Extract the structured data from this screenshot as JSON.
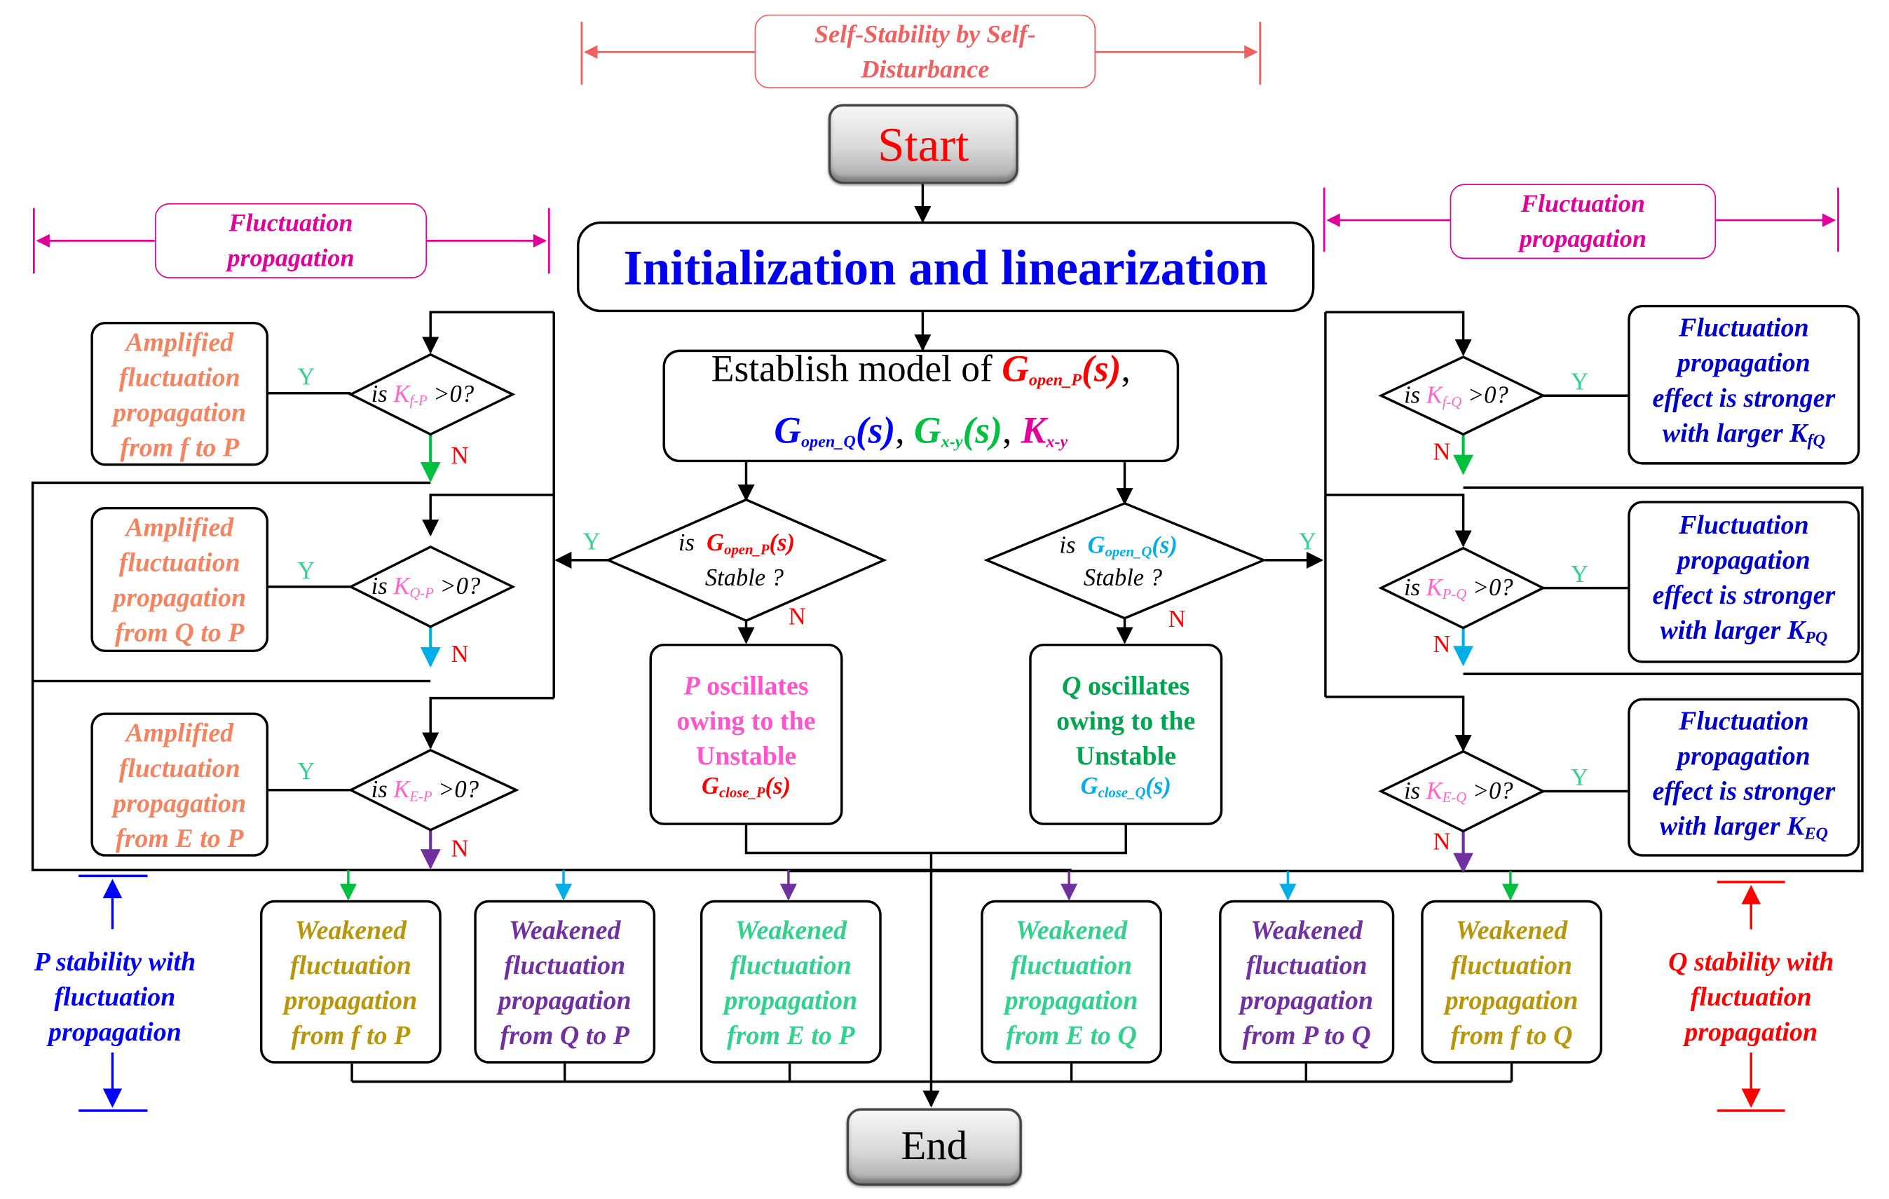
{
  "header": {
    "self_stability": "Self-Stability by Self-Disturbance",
    "fluct_left": "Fluctuation propagation",
    "fluct_right": "Fluctuation propagation"
  },
  "flow": {
    "start": "Start",
    "init": "Initialization and linearization",
    "end": "End",
    "model": {
      "prefix": "Establish model of ",
      "g_open_p": "G",
      "g_open_p_sub": "open_P",
      "s1": "(s)",
      "g_open_q": "G",
      "g_open_q_sub": "open_Q",
      "s2": "(s)",
      "g_xy": "G",
      "g_xy_sub": "x-y",
      "s3": "(s)",
      "k_xy": "K",
      "k_xy_sub": "x-y"
    },
    "decision_p": {
      "is": "is",
      "g": "G",
      "sub": "open_P",
      "s": "(s)",
      "stable": "Stable ?"
    },
    "decision_q": {
      "is": "is",
      "g": "G",
      "sub": "open_Q",
      "s": "(s)",
      "stable": "Stable ?"
    },
    "p_osc": {
      "l1a": "P",
      "l1b": " oscillates",
      "l2": "owing to the",
      "l3": "Unstable",
      "g": "G",
      "sub": "close_P",
      "s": "(s)"
    },
    "q_osc": {
      "l1a": "Q",
      "l1b": " oscillates",
      "l2": "owing to the",
      "l3": "Unstable",
      "g": "G",
      "sub": "close_Q",
      "s": "(s)"
    }
  },
  "left_decisions": [
    {
      "is": "is ",
      "k": "K",
      "sub": "f-P",
      "rest": " >0?"
    },
    {
      "is": "is ",
      "k": "K",
      "sub": "Q-P",
      "rest": " >0?"
    },
    {
      "is": "is ",
      "k": "K",
      "sub": "E-P",
      "rest": " >0?"
    }
  ],
  "right_decisions": [
    {
      "is": "is ",
      "k": "K",
      "sub": "f-Q",
      "rest": " >0?"
    },
    {
      "is": "is ",
      "k": "K",
      "sub": "P-Q",
      "rest": " >0?"
    },
    {
      "is": "is ",
      "k": "K",
      "sub": "E-Q",
      "rest": " >0?"
    }
  ],
  "amplified": [
    [
      "Amplified",
      "fluctuation",
      "propagation",
      "from f to P"
    ],
    [
      "Amplified",
      "fluctuation",
      "propagation",
      "from Q to P"
    ],
    [
      "Amplified",
      "fluctuation",
      "propagation",
      "from E to P"
    ]
  ],
  "right_effect": [
    {
      "l1": "Fluctuation",
      "l2": "propagation",
      "l3": "effect is stronger",
      "l4": "with larger K",
      "sub": "fQ"
    },
    {
      "l1": "Fluctuation",
      "l2": "propagation",
      "l3": "effect is stronger",
      "l4": "with larger K",
      "sub": "PQ"
    },
    {
      "l1": "Fluctuation",
      "l2": "propagation",
      "l3": "effect is stronger",
      "l4": "with larger K",
      "sub": "EQ"
    }
  ],
  "weakened": [
    [
      "Weakened",
      "fluctuation",
      "propagation",
      "from f to P"
    ],
    [
      "Weakened",
      "fluctuation",
      "propagation",
      "from Q to P"
    ],
    [
      "Weakened",
      "fluctuation",
      "propagation",
      "from E to P"
    ],
    [
      "Weakened",
      "fluctuation",
      "propagation",
      "from E to Q"
    ],
    [
      "Weakened",
      "fluctuation",
      "propagation",
      "from P to Q"
    ],
    [
      "Weakened",
      "fluctuation",
      "propagation",
      "from f to Q"
    ]
  ],
  "yn": {
    "y": "Y",
    "n": "N"
  },
  "side": {
    "p_stability": [
      "P stability with",
      "fluctuation",
      "propagation"
    ],
    "q_stability": [
      "Q stability with",
      "fluctuation",
      "propagation"
    ]
  },
  "colors": {
    "red": "#ff0000",
    "blue": "#0000ff",
    "green": "#00c040",
    "magenta": "#e0009a",
    "salmon": "#f4845f",
    "olive": "#b8960b",
    "purple": "#7030a0",
    "teal": "#33d18e",
    "cyan": "#00aee8",
    "navy": "#0000cc",
    "pink": "#ff66cc",
    "darkgreen": "#00a550",
    "pillRed": "#f06060"
  }
}
